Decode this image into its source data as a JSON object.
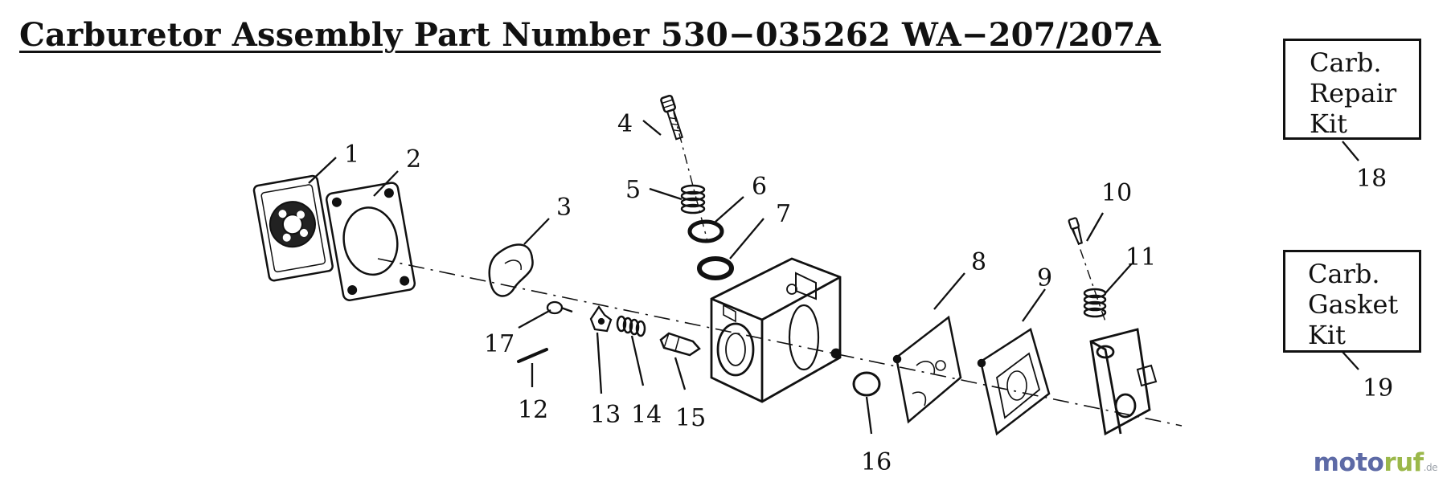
{
  "title": "Carburetor Assembly Part Number 530−035262 WA−207/207A",
  "kits": {
    "repair": {
      "lines": [
        "Carb.",
        "Repair",
        "Kit"
      ],
      "number": "18"
    },
    "gasket": {
      "lines": [
        "Carb.",
        "Gasket",
        "Kit"
      ],
      "number": "19"
    }
  },
  "callouts": [
    {
      "id": "1",
      "label": "1"
    },
    {
      "id": "2",
      "label": "2"
    },
    {
      "id": "3",
      "label": "3"
    },
    {
      "id": "4",
      "label": "4"
    },
    {
      "id": "5",
      "label": "5"
    },
    {
      "id": "6",
      "label": "6"
    },
    {
      "id": "7",
      "label": "7"
    },
    {
      "id": "8",
      "label": "8"
    },
    {
      "id": "9",
      "label": "9"
    },
    {
      "id": "10",
      "label": "10"
    },
    {
      "id": "11",
      "label": "11"
    },
    {
      "id": "12",
      "label": "12"
    },
    {
      "id": "13",
      "label": "13"
    },
    {
      "id": "14",
      "label": "14"
    },
    {
      "id": "15",
      "label": "15"
    },
    {
      "id": "16",
      "label": "16"
    },
    {
      "id": "17",
      "label": "17"
    }
  ],
  "watermark": {
    "part1": "moto",
    "part2": "ruf",
    "part3": ".de"
  }
}
